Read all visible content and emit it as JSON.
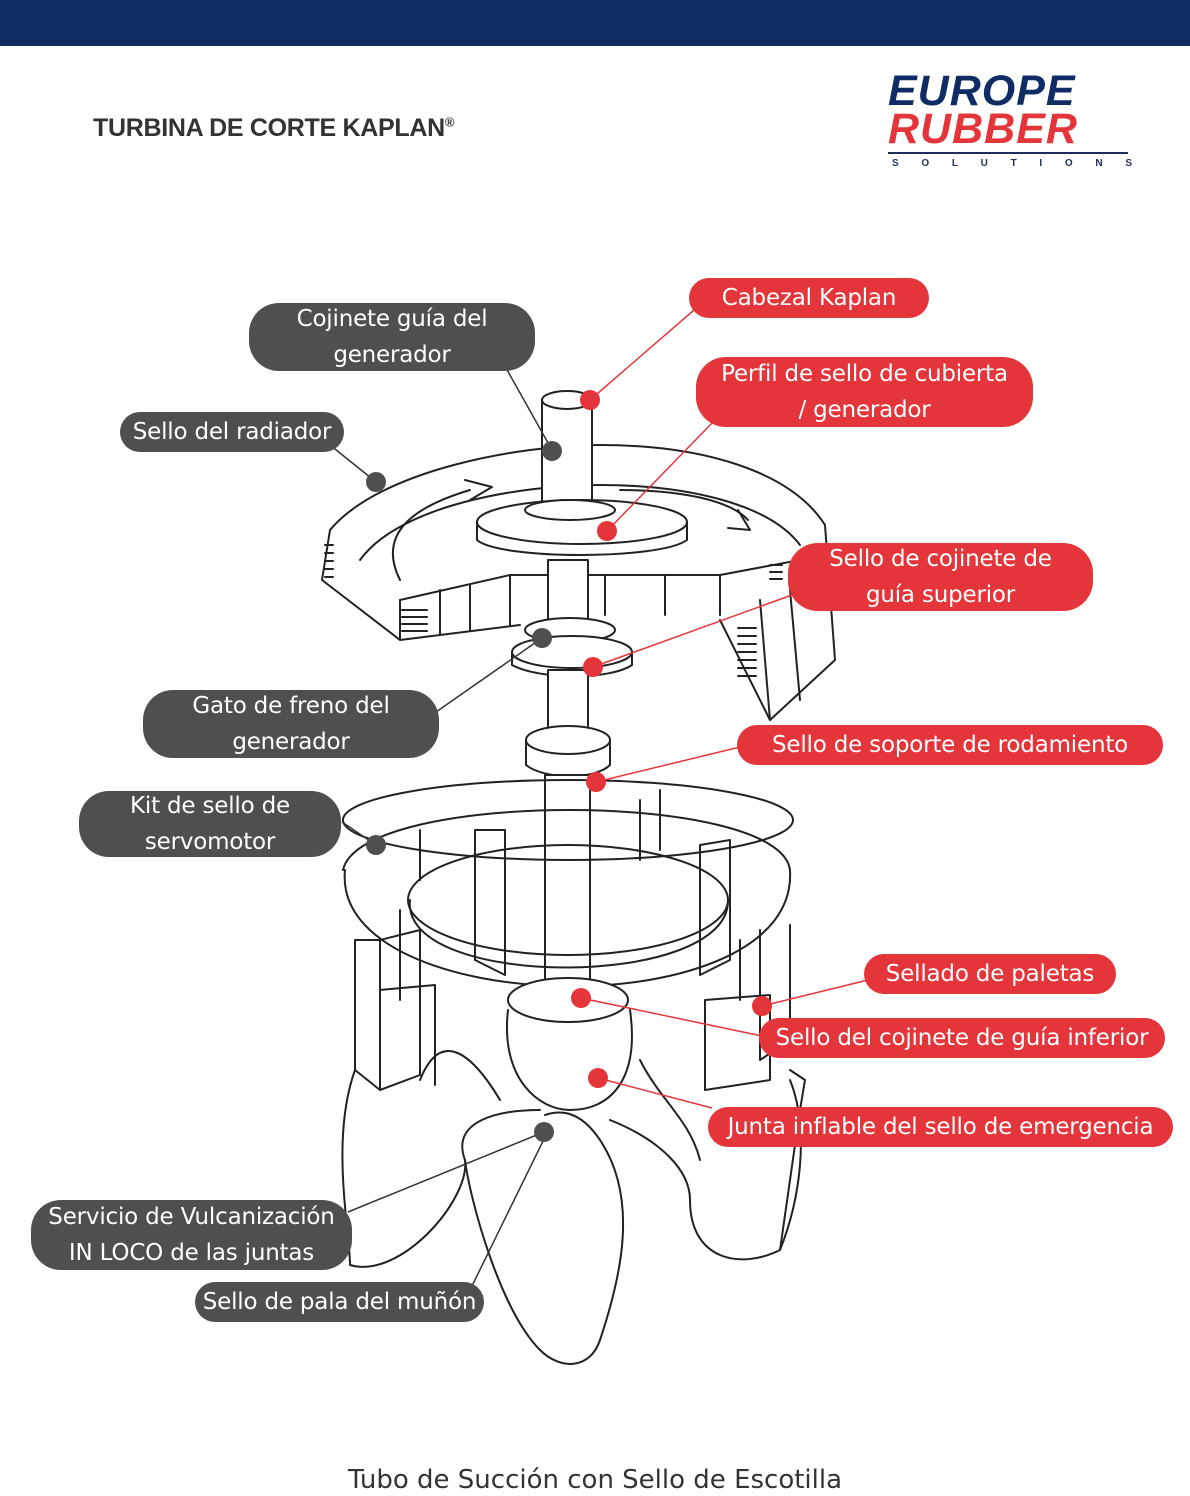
{
  "colors": {
    "brand_navy": "#0f2c64",
    "brand_red": "#e4353a",
    "label_dark": "#4f4f51",
    "label_red": "#e4353a"
  },
  "header": {
    "title": "TURBINA DE CORTE KAPLAN",
    "title_mark": "®"
  },
  "logo": {
    "line1": "EUROPE",
    "line2": "RUBBER",
    "line3": [
      "S",
      "O",
      "L",
      "U",
      "T",
      "I",
      "O",
      "N",
      "S"
    ]
  },
  "labels": {
    "cojinete_guia_generador": [
      "Cojinete guía del",
      "generador"
    ],
    "sello_radiador": [
      "Sello del radiador"
    ],
    "gato_freno": [
      "Gato de freno del",
      "generador"
    ],
    "kit_servomotor": [
      "Kit de sello de",
      "servomotor"
    ],
    "vulcanizacion": [
      "Servicio de Vulcanización",
      "IN LOCO de las juntas"
    ],
    "pala_munon": [
      "Sello de pala del muñón"
    ],
    "cabezal_kaplan": [
      "Cabezal Kaplan"
    ],
    "perfil_cubierta": [
      "Perfil de sello de cubierta",
      "/ generador"
    ],
    "guia_superior": [
      "Sello de cojinete de",
      "guía superior"
    ],
    "soporte_rodamiento": [
      "Sello de soporte de rodamiento"
    ],
    "sellado_paletas": [
      "Sellado de paletas"
    ],
    "guia_inferior": [
      "Sello del cojinete de guía inferior"
    ],
    "junta_emergencia": [
      "Junta inflable del sello de emergencia"
    ]
  },
  "caption": "Tubo de Succión con Sello de Escotilla"
}
